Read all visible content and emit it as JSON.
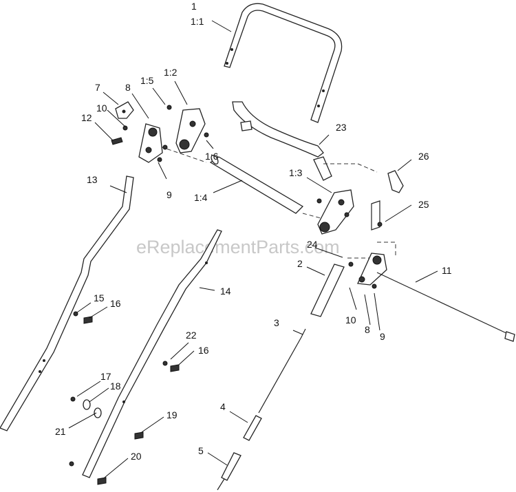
{
  "watermark": "eReplacementParts.com",
  "callouts": {
    "c1": "1",
    "c1_1": "1:1",
    "c1_2": "1:2",
    "c1_3": "1:3",
    "c1_4": "1:4",
    "c1_5": "1:5",
    "c1_6": "1:6",
    "c2": "2",
    "c3": "3",
    "c4": "4",
    "c5": "5",
    "c7": "7",
    "c8a": "8",
    "c8b": "8",
    "c9a": "9",
    "c9b": "9",
    "c10a": "10",
    "c10b": "10",
    "c11": "11",
    "c12": "12",
    "c13": "13",
    "c14": "14",
    "c15": "15",
    "c16a": "16",
    "c16b": "16",
    "c17": "17",
    "c18": "18",
    "c19": "19",
    "c20": "20",
    "c21": "21",
    "c22": "22",
    "c23": "23",
    "c24": "24",
    "c25": "25",
    "c26": "26"
  }
}
